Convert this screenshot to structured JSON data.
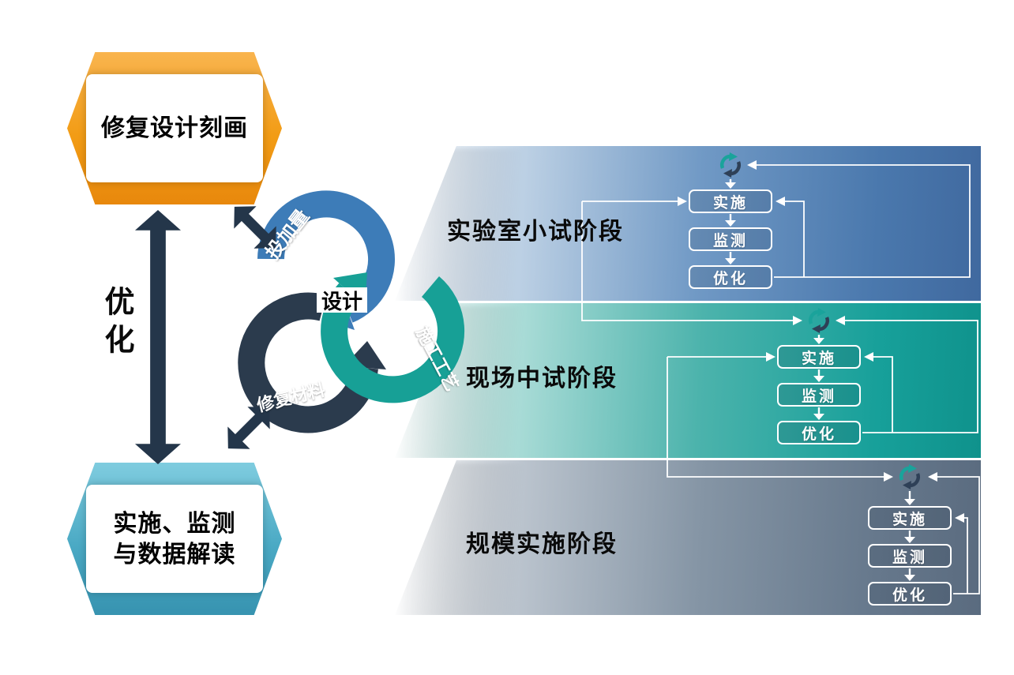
{
  "banners": {
    "design": "修复设计刻画",
    "impl_line1": "实施、监测",
    "impl_line2": "与数据解读"
  },
  "optimize": {
    "label": "优化"
  },
  "cycle": {
    "center": "设计",
    "dosage": "投加量",
    "technique": "施工工艺",
    "material": "修复材料"
  },
  "stages": [
    {
      "label": "实验室小试阶段",
      "color": "#4a78ad",
      "steps": [
        "实施",
        "监测",
        "优化"
      ]
    },
    {
      "label": "现场中试阶段",
      "color": "#17a09a",
      "steps": [
        "实施",
        "监测",
        "优化"
      ]
    },
    {
      "label": "规模实施阶段",
      "color": "#66788c",
      "steps": [
        "实施",
        "监测",
        "优化"
      ]
    }
  ],
  "colors": {
    "arc_dosage": "#3d7cb8",
    "arc_technique": "#17a096",
    "arc_material": "#2b3b4d",
    "banner_design": "#f29c15",
    "banner_impl": "#4aa9c4",
    "link_arrow": "#24364a"
  },
  "icon_names": [
    "cycle-arrows-icon",
    "double-arrow-icon"
  ]
}
